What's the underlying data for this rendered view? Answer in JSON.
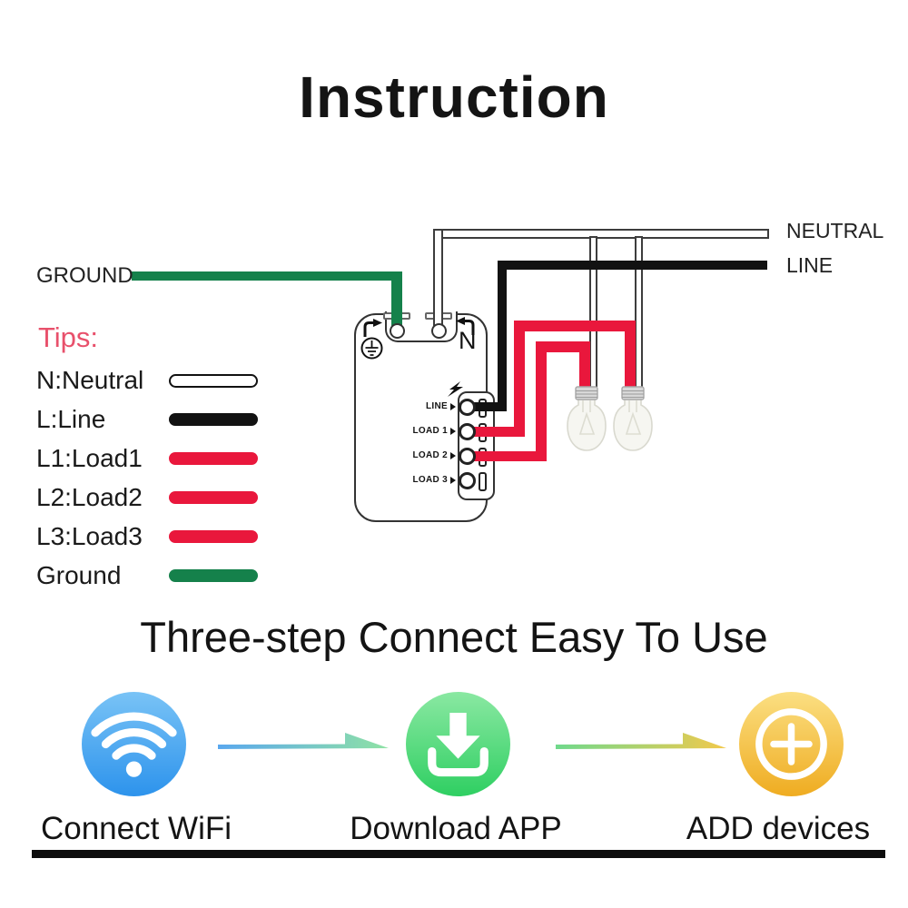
{
  "title": "Instruction",
  "diagram": {
    "ground_label": "GROUND",
    "neutral_label": "NEUTRAL",
    "line_label": "LINE",
    "device": {
      "n_label": "N",
      "terminals": [
        {
          "label": "LINE"
        },
        {
          "label": "LOAD 1"
        },
        {
          "label": "LOAD 2"
        },
        {
          "label": "LOAD 3"
        }
      ]
    },
    "colors": {
      "ground_wire": "#15814B",
      "line_wire": "#121212",
      "load_wire": "#E9173C",
      "neutral_wire": "#FFFFFF"
    }
  },
  "tips": {
    "heading": "Tips:",
    "heading_color": "#E8506B",
    "items": [
      {
        "label": "N:Neutral",
        "swatch_color": "#FFFFFF"
      },
      {
        "label": "L:Line",
        "swatch_color": "#121212"
      },
      {
        "label": "L1:Load1",
        "swatch_color": "#E9173C"
      },
      {
        "label": "L2:Load2",
        "swatch_color": "#E9173C"
      },
      {
        "label": "L3:Load3",
        "swatch_color": "#E9173C"
      },
      {
        "label": "Ground",
        "swatch_color": "#15814B"
      }
    ]
  },
  "steps": {
    "heading": "Three-step Connect Easy To Use",
    "items": [
      {
        "label": "Connect WiFi",
        "icon": "wifi-icon",
        "color_top": "#79C3F6",
        "color_bottom": "#2D93EC"
      },
      {
        "label": "Download APP",
        "icon": "download-icon",
        "color_top": "#8AE8A2",
        "color_bottom": "#2FCF62"
      },
      {
        "label": "ADD devices",
        "icon": "add-icon",
        "color_top": "#FBDF82",
        "color_bottom": "#EFAC21"
      }
    ]
  }
}
